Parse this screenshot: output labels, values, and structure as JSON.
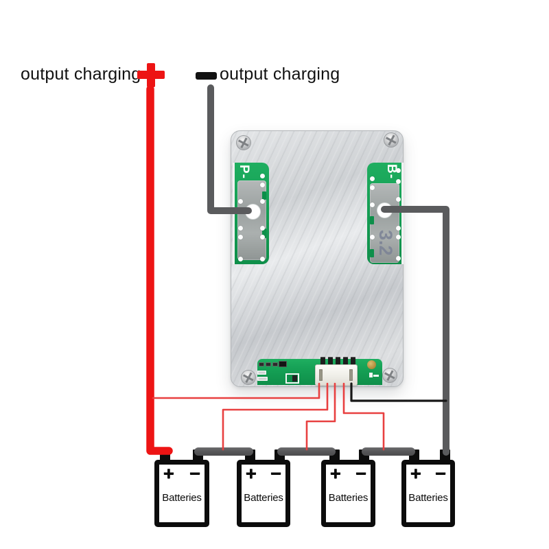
{
  "header": {
    "left_label": "output charging",
    "right_label": "output charging"
  },
  "board": {
    "left_pad_label": "P-",
    "right_pad_label": "B-",
    "cell_marking": "3.2"
  },
  "batteries": [
    {
      "plus": "+",
      "minus": "−",
      "label": "Batteries"
    },
    {
      "plus": "+",
      "minus": "−",
      "label": "Batteries"
    },
    {
      "plus": "+",
      "minus": "−",
      "label": "Batteries"
    },
    {
      "plus": "+",
      "minus": "−",
      "label": "Batteries"
    }
  ],
  "colors": {
    "output_positive_wire": "#ed1414",
    "output_negative_wire": "#5a5b5d",
    "pack_negative_wire": "#5a5b5d",
    "balance_wire_red": "#e84040",
    "balance_wire_black": "#171717",
    "pcb_green": "#15a055",
    "plate_silver": "#d6d8da",
    "busbar_gray": "#58585a"
  }
}
